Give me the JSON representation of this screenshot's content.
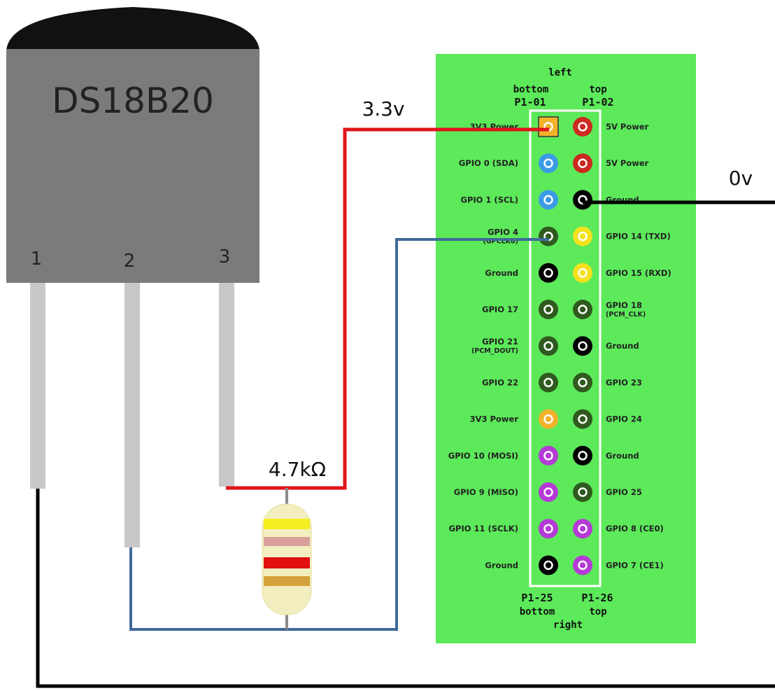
{
  "sensor": {
    "name": "DS18B20",
    "pins": [
      "1",
      "2",
      "3"
    ]
  },
  "labels": {
    "supply": "3.3v",
    "ground": "0v",
    "resistor": "4.7kΩ"
  },
  "header": {
    "top_left": "left",
    "col_left_top": "bottom",
    "col_right_top": "top",
    "pin_first_left": "P1-01",
    "pin_first_right": "P1-02",
    "pin_last_left": "P1-25",
    "pin_last_right": "P1-26",
    "col_left_bottom": "bottom",
    "col_right_bottom": "top",
    "bottom_right": "right"
  },
  "pin_rows": [
    {
      "left": [
        "3V3 Power"
      ],
      "right": [
        "5V Power"
      ],
      "lc": "orange",
      "rc": "red"
    },
    {
      "left": [
        "GPIO 0 (SDA)"
      ],
      "right": [
        "5V Power"
      ],
      "lc": "blue",
      "rc": "red"
    },
    {
      "left": [
        "GPIO 1 (SCL)"
      ],
      "right": [
        "Ground"
      ],
      "lc": "blue",
      "rc": "black"
    },
    {
      "left": [
        "GPIO 4",
        "(GPCLK0)"
      ],
      "right": [
        "GPIO 14 (TXD)"
      ],
      "lc": "green",
      "rc": "yellow"
    },
    {
      "left": [
        "Ground"
      ],
      "right": [
        "GPIO 15 (RXD)"
      ],
      "lc": "black",
      "rc": "yellow"
    },
    {
      "left": [
        "GPIO 17"
      ],
      "right": [
        "GPIO 18",
        "(PCM_CLK)"
      ],
      "lc": "green",
      "rc": "green"
    },
    {
      "left": [
        "GPIO 21",
        "(PCM_DOUT)"
      ],
      "right": [
        "Ground"
      ],
      "lc": "green",
      "rc": "black"
    },
    {
      "left": [
        "GPIO 22"
      ],
      "right": [
        "GPIO 23"
      ],
      "lc": "green",
      "rc": "green"
    },
    {
      "left": [
        "3V3 Power"
      ],
      "right": [
        "GPIO 24"
      ],
      "lc": "orange",
      "rc": "green"
    },
    {
      "left": [
        "GPIO 10 (MOSI)"
      ],
      "right": [
        "Ground"
      ],
      "lc": "purple",
      "rc": "black"
    },
    {
      "left": [
        "GPIO 9 (MISO)"
      ],
      "right": [
        "GPIO 25"
      ],
      "lc": "purple",
      "rc": "green"
    },
    {
      "left": [
        "GPIO 11 (SCLK)"
      ],
      "right": [
        "GPIO 8 (CE0)"
      ],
      "lc": "purple",
      "rc": "purple"
    },
    {
      "left": [
        "Ground"
      ],
      "right": [
        "GPIO 7 (CE1)"
      ],
      "lc": "black",
      "rc": "purple"
    }
  ],
  "colors": {
    "board": "#5ce95a",
    "sensor_body": "#7b7b7b",
    "sensor_cap": "#111111",
    "lead": "#c8c8c8",
    "wire_supply": "#e0141b",
    "wire_data": "#3f6a9a",
    "wire_ground": "#000000",
    "pin_orange": "#f2b22a",
    "pin_red": "#cc2a20",
    "pin_blue": "#3b9be6",
    "pin_black": "#000000",
    "pin_green": "#2f5a1e",
    "pin_yellow": "#f4e21e",
    "pin_purple": "#b43ad6",
    "resistor_body": "#f3eec0",
    "resistor_bands": [
      "#f5ee20",
      "#d9a09a",
      "#e01010",
      "#d4a23a"
    ]
  }
}
